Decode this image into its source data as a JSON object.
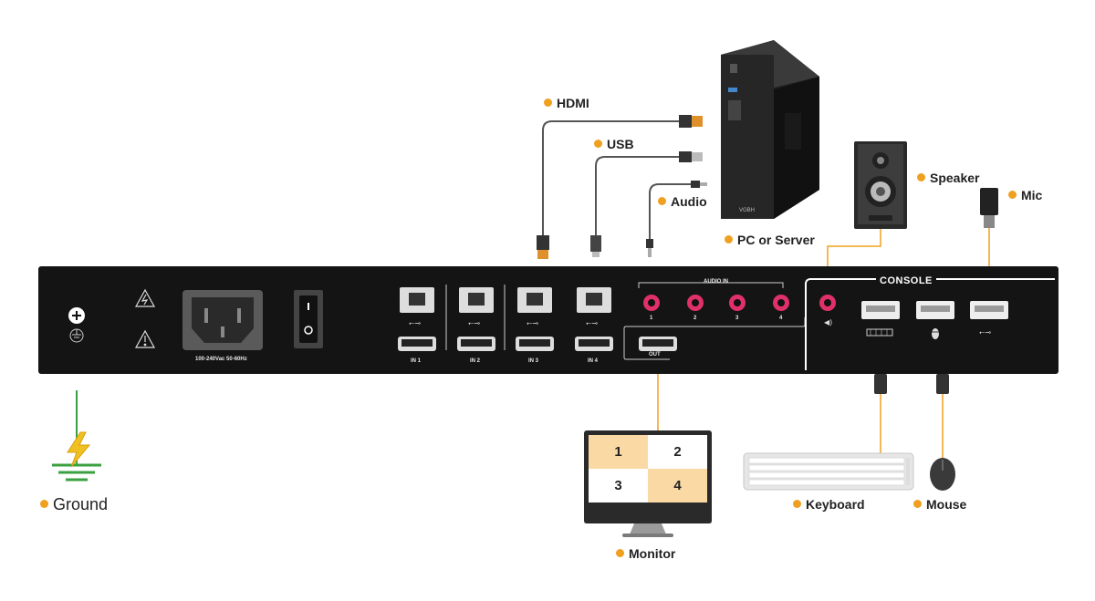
{
  "labels": {
    "hdmi": "HDMI",
    "usb": "USB",
    "audio": "Audio",
    "pc_or_server": "PC or Server",
    "speaker": "Speaker",
    "mic": "Mic",
    "ground": "Ground",
    "monitor": "Monitor",
    "keyboard": "Keyboard",
    "mouse": "Mouse"
  },
  "panel": {
    "power_rating": "100-240Vac 50-60Hz",
    "audio_in_title": "AUDIO IN",
    "audio_in_ports": [
      "1",
      "2",
      "3",
      "4"
    ],
    "inputs": [
      "IN 1",
      "IN 2",
      "IN 3",
      "IN 4"
    ],
    "output": "OUT",
    "console_title": "CONSOLE"
  },
  "monitor_screen": {
    "quadrants": [
      "1",
      "2",
      "3",
      "4"
    ]
  },
  "pc_brand": "VGBH",
  "colors": {
    "accent": "#f0a020",
    "highlight_cell": "#fbd9a5",
    "ground_green": "#3aa040",
    "ground_bolt": "#f0c020",
    "audio_port": "#e0306a",
    "panel": "#141414"
  }
}
